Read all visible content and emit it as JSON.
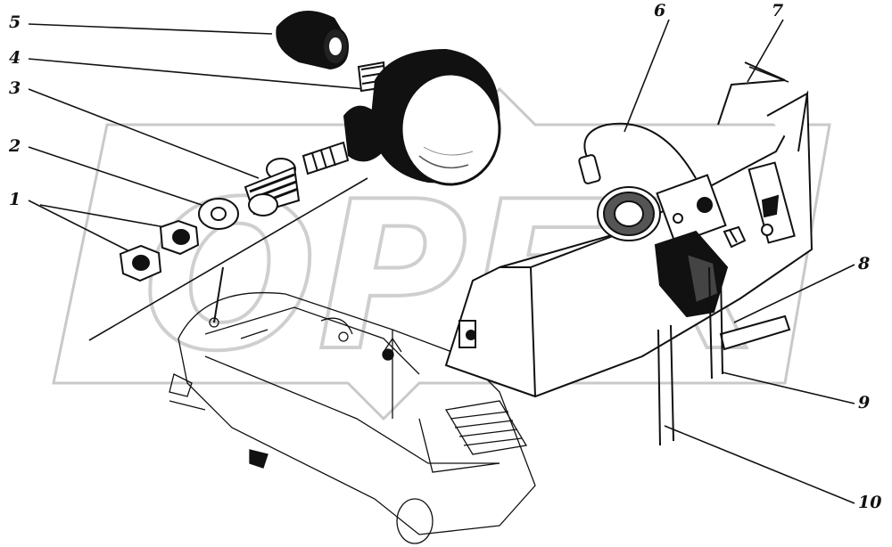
{
  "callouts": {
    "c1": "1",
    "c2": "2",
    "c3": "3",
    "c4": "4",
    "c5": "5",
    "c6": "6",
    "c7": "7",
    "c8": "8",
    "c9": "9",
    "c10": "10"
  },
  "watermark": "OPEX"
}
